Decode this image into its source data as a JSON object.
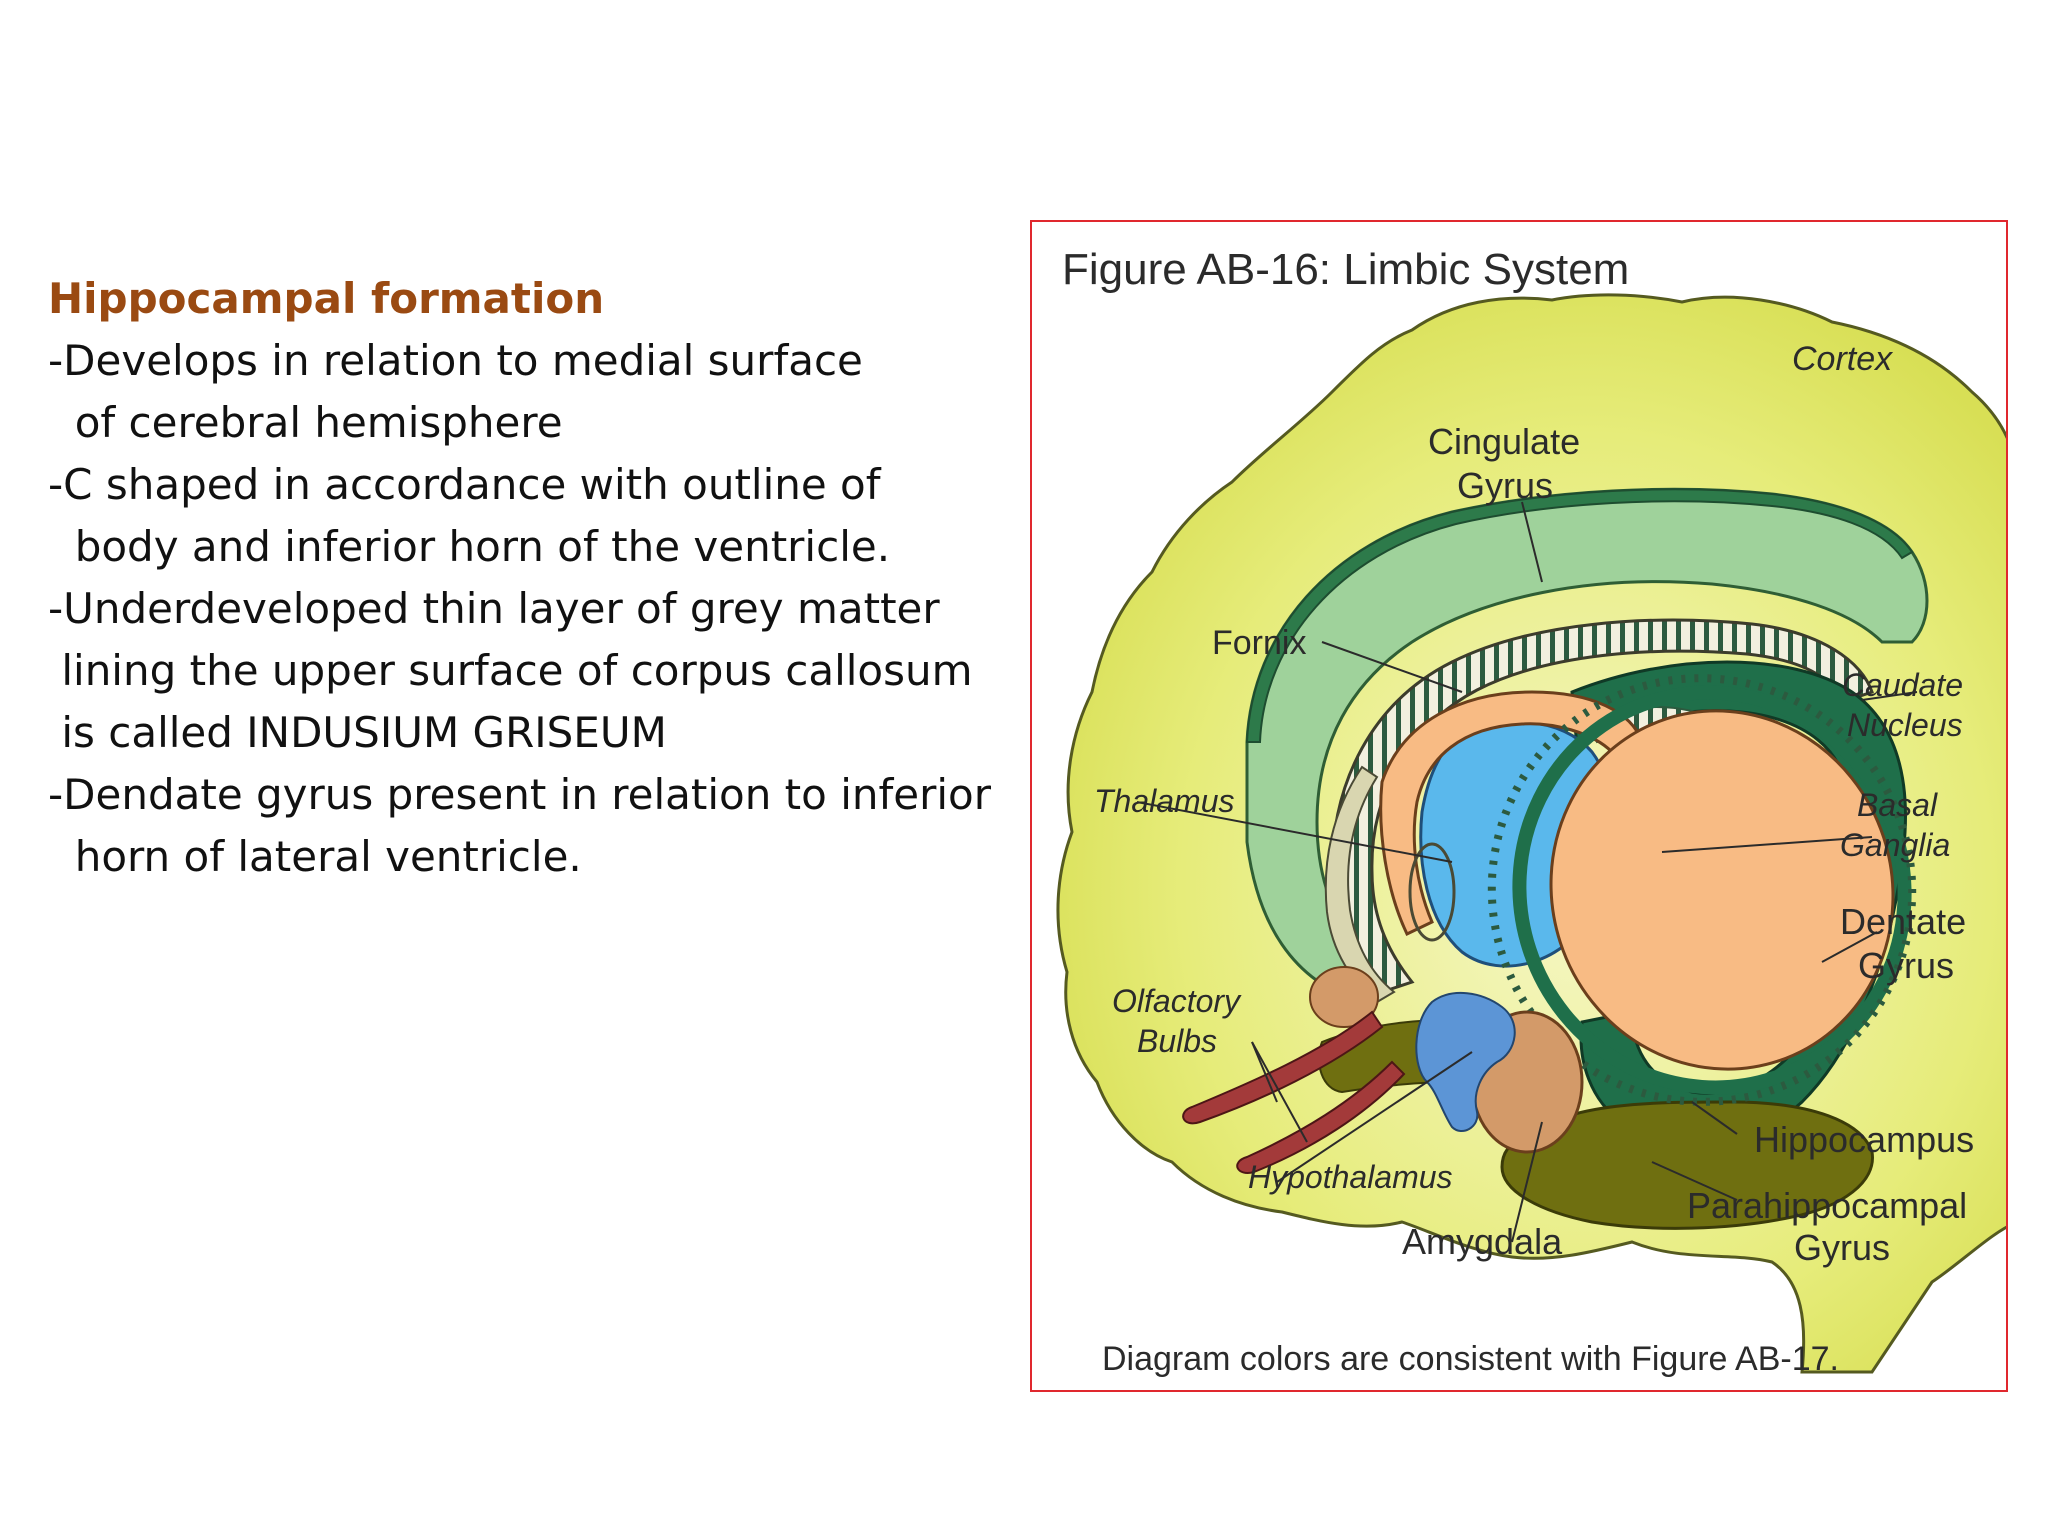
{
  "text": {
    "heading": "Hippocampal formation",
    "lines": [
      "-Develops in relation to medial surface",
      "  of cerebral hemisphere",
      "-C shaped in accordance with outline of",
      "  body and inferior horn of the ventricle.",
      "-Underdeveloped thin layer of grey matter",
      " lining the upper surface of corpus callosum",
      " is called INDUSIUM GRISEUM",
      "-Dendate gyrus present in relation to inferior",
      "  horn of lateral ventricle."
    ]
  },
  "figure": {
    "title": "Figure AB-16: Limbic System",
    "caption": "Diagram colors are consistent with Figure AB-17.",
    "labels": {
      "cortex": "Cortex",
      "cingulate_1": "Cingulate",
      "cingulate_2": "Gyrus",
      "fornix": "Fornix",
      "caudate_1": "Caudate",
      "caudate_2": "Nucleus",
      "thalamus": "Thalamus",
      "basal_1": "Basal",
      "basal_2": "Ganglia",
      "dentate_1": "Dentate",
      "dentate_2": "Gyrus",
      "olfactory_1": "Olfactory",
      "olfactory_2": "Bulbs",
      "hippocampus": "Hippocampus",
      "hypothalamus": "Hypothalamus",
      "parahippo_1": "Parahippocampal",
      "parahippo_2": "Gyrus",
      "amygdala": "Amygdala"
    },
    "colors": {
      "frame": "#e0282e",
      "cortex": "#e6ec7a",
      "cingulate": "#9fd29b",
      "dark_green": "#1f6f4a",
      "basal": "#f8bb84",
      "thalamus_blue": "#5ab8ec",
      "olfactory": "#a33a3a",
      "amygdala": "#d39a69",
      "parahippocampal": "#6f6f10",
      "fornix": "#d9d6b0",
      "hypothalamus": "#5c95d6"
    }
  }
}
